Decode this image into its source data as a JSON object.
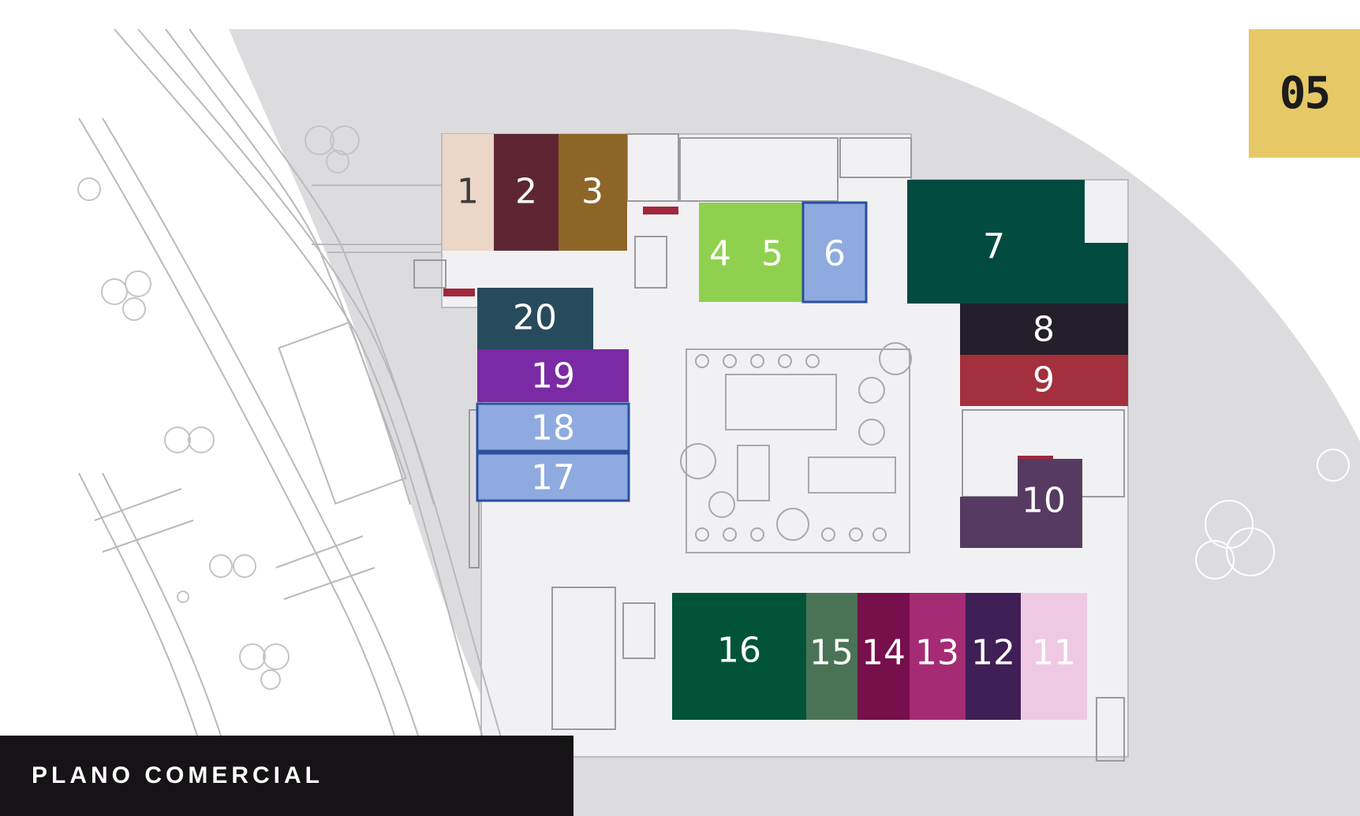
{
  "page_number": "05",
  "title": "PLANO COMERCIAL",
  "units": [
    {
      "id": "1",
      "color": "#ecd6c7"
    },
    {
      "id": "2",
      "color": "#5e2632"
    },
    {
      "id": "3",
      "color": "#8d6527"
    },
    {
      "id": "4",
      "color": "#8fd14f"
    },
    {
      "id": "5",
      "color": "#8fd14f"
    },
    {
      "id": "6",
      "color": "#8eaadf"
    },
    {
      "id": "7",
      "color": "#024b40"
    },
    {
      "id": "8",
      "color": "#231f2b"
    },
    {
      "id": "9",
      "color": "#a3303c"
    },
    {
      "id": "10",
      "color": "#573a62"
    },
    {
      "id": "11",
      "color": "#efc9e3"
    },
    {
      "id": "12",
      "color": "#3f1f55"
    },
    {
      "id": "13",
      "color": "#a42b74"
    },
    {
      "id": "14",
      "color": "#760f4b"
    },
    {
      "id": "15",
      "color": "#4a7356"
    },
    {
      "id": "16",
      "color": "#015438"
    },
    {
      "id": "17",
      "color": "#8eaadf"
    },
    {
      "id": "18",
      "color": "#8eaadf"
    },
    {
      "id": "19",
      "color": "#7a2aa4"
    },
    {
      "id": "20",
      "color": "#274b5c"
    }
  ]
}
